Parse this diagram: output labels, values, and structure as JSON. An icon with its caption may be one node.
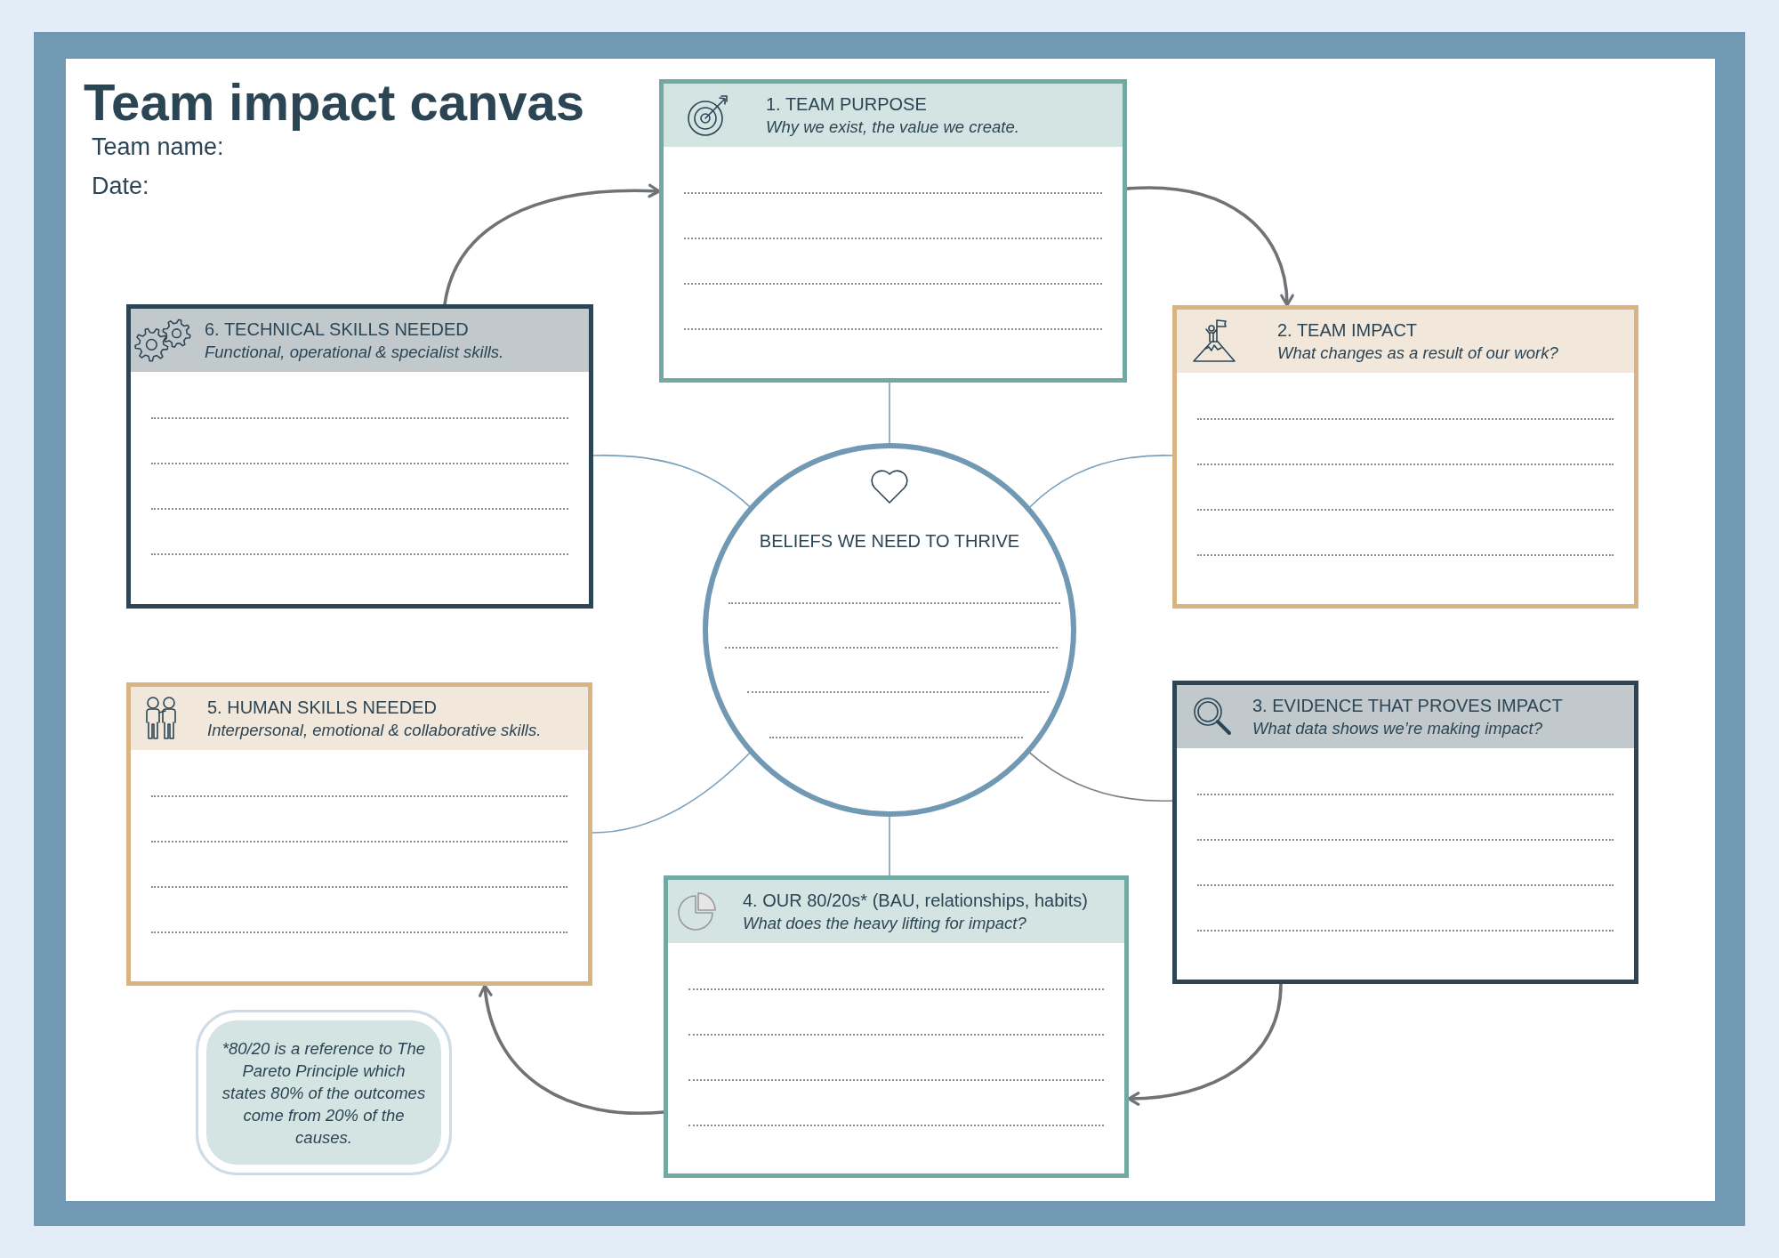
{
  "diagram": {
    "title": "Team impact canvas",
    "nodes": [
      {
        "text": [
          "1. TEAM PURPOSE",
          "Why we exist, the value we create."
        ]
      },
      {
        "text": [
          "2. TEAM IMPACT",
          "What changes as a result of our work?"
        ]
      },
      {
        "text": [
          "3. EVIDENCE THAT PROVES IMPACT",
          "What data shows we’re making impact?"
        ]
      },
      {
        "text": [
          "4. OUR 80/20s* (BAU, relationships, habits)",
          "What does the heavy lifting for impact?"
        ]
      },
      {
        "text": [
          "5. HUMAN SKILLS NEEDED",
          "Interpersonal, emotional & collaborative skills."
        ]
      },
      {
        "text": [
          "6. TECHNICAL SKILLS NEEDED",
          "Functional, operational & specialist skills."
        ]
      },
      {
        "text": [
          "BELIEFS WE NEED TO THRIVE"
        ]
      },
      {
        "text": [
          "*80/20 is a reference to The Pareto Principle which states 80% of the outcomes come from 20% of the causes."
        ]
      }
    ],
    "edges": [
      {
        "from": 6,
        "to": 0,
        "arrow": "none"
      },
      {
        "from": 6,
        "to": 1,
        "arrow": "none"
      },
      {
        "from": 6,
        "to": 2,
        "arrow": "none",
        "color": "#7f7f7f"
      },
      {
        "from": 6,
        "to": 3,
        "arrow": "none"
      },
      {
        "from": 6,
        "to": 4,
        "arrow": "none"
      },
      {
        "from": 6,
        "to": 5,
        "arrow": "none"
      },
      {
        "from": 5,
        "to": 0,
        "arrow": "to",
        "color": "#6f7377"
      },
      {
        "from": 0,
        "to": 1,
        "arrow": "to",
        "color": "#6f7377"
      },
      {
        "from": 2,
        "to": 3,
        "arrow": "to",
        "color": "#6f7377"
      },
      {
        "from": 3,
        "to": 4,
        "arrow": "to",
        "color": "#6f7377"
      }
    ],
    "labels": [
      "Team name:",
      "Date:"
    ]
  }
}
